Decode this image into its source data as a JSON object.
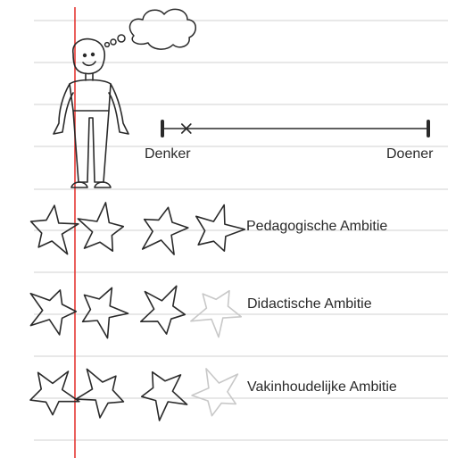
{
  "scale": {
    "left_label": "Denker",
    "right_label": "Doener",
    "marker_position": 0.09
  },
  "ratings": [
    {
      "label": "Pedagogische Ambitie",
      "filled": 4,
      "total": 4
    },
    {
      "label": "Didactische Ambitie",
      "filled": 3,
      "total": 4
    },
    {
      "label": "Vakinhoudelijke Ambitie",
      "filled": 3,
      "total": 4
    }
  ],
  "colors": {
    "paper": "#ffffff",
    "ruled_line": "#d9d9d9",
    "margin_line": "#e53935",
    "ink": "#2a2a2a",
    "faded_ink": "#c8c8c8"
  },
  "icons": [
    "stick-figure",
    "thought-cloud",
    "star-outline"
  ]
}
